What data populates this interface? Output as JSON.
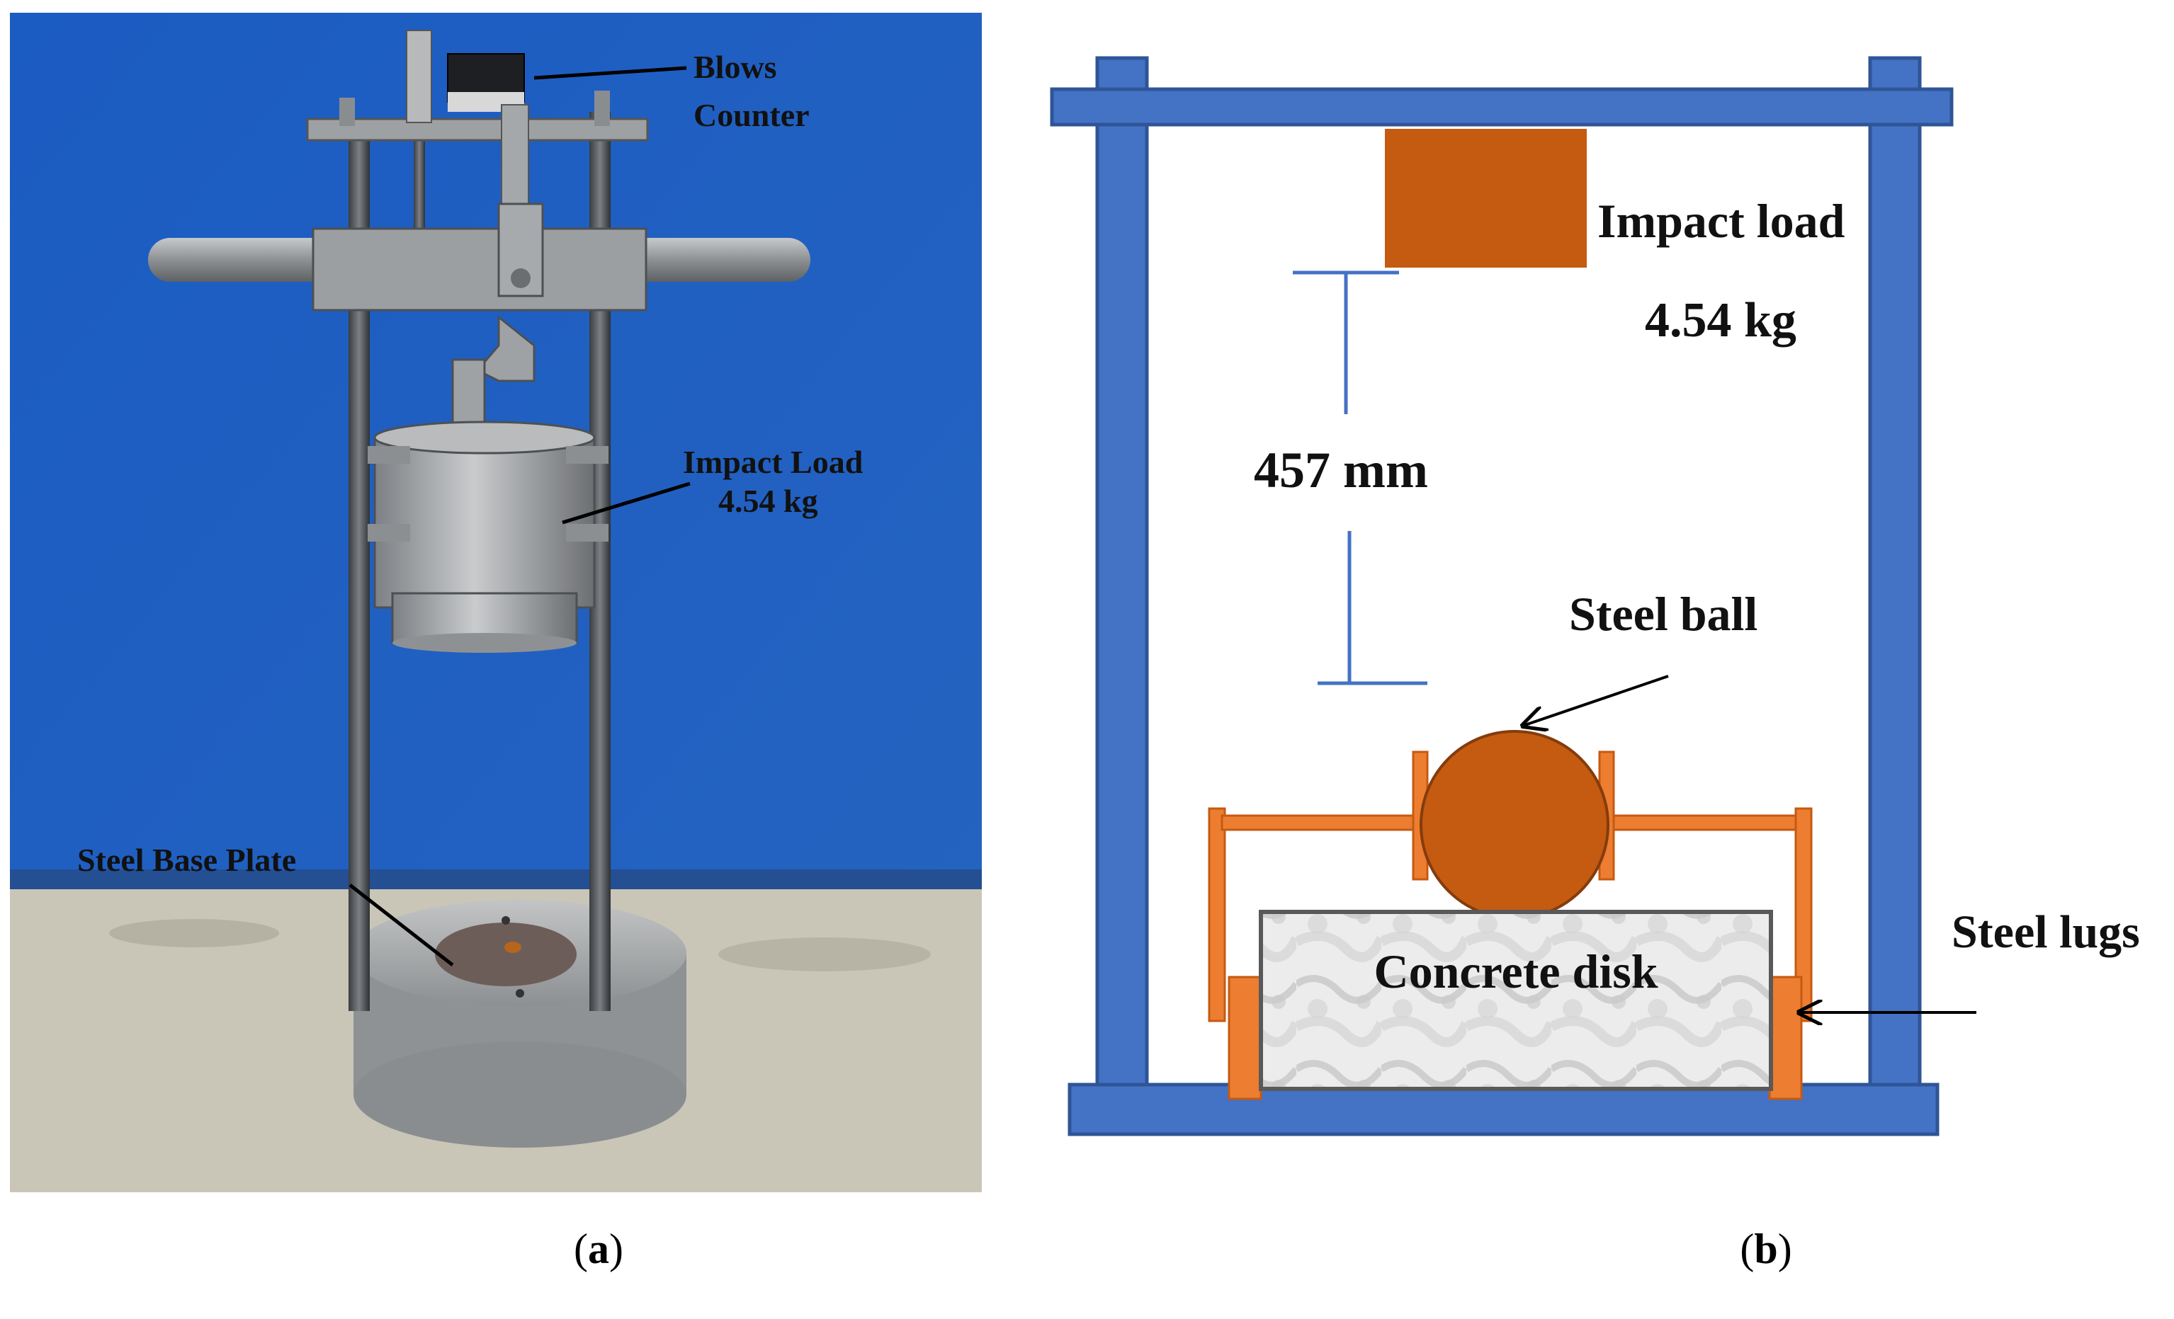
{
  "panel_a": {
    "labels": {
      "blows_counter_line1": "Blows",
      "blows_counter_line2": "Counter",
      "impact_load_line1": "Impact Load",
      "impact_load_line2": "4.54 kg",
      "steel_base_plate": "Steel Base Plate"
    },
    "caption_letter": "a",
    "colors": {
      "backdrop": "#1f5fc0",
      "floor": "#c9c6b8",
      "metal": "#a9acae"
    }
  },
  "panel_b": {
    "labels": {
      "impact_load": "Impact load",
      "impact_mass": "4.54 kg",
      "drop_height": "457 mm",
      "steel_ball": "Steel ball",
      "concrete_disk": "Concrete disk",
      "steel_lugs": "Steel lugs"
    },
    "caption_letter": "b",
    "colors": {
      "frame": "#4472c4",
      "frame_edge": "#2f5597",
      "load": "#c55a11",
      "lugs": "#ed7d31",
      "concrete": "#e8e8e8"
    }
  }
}
